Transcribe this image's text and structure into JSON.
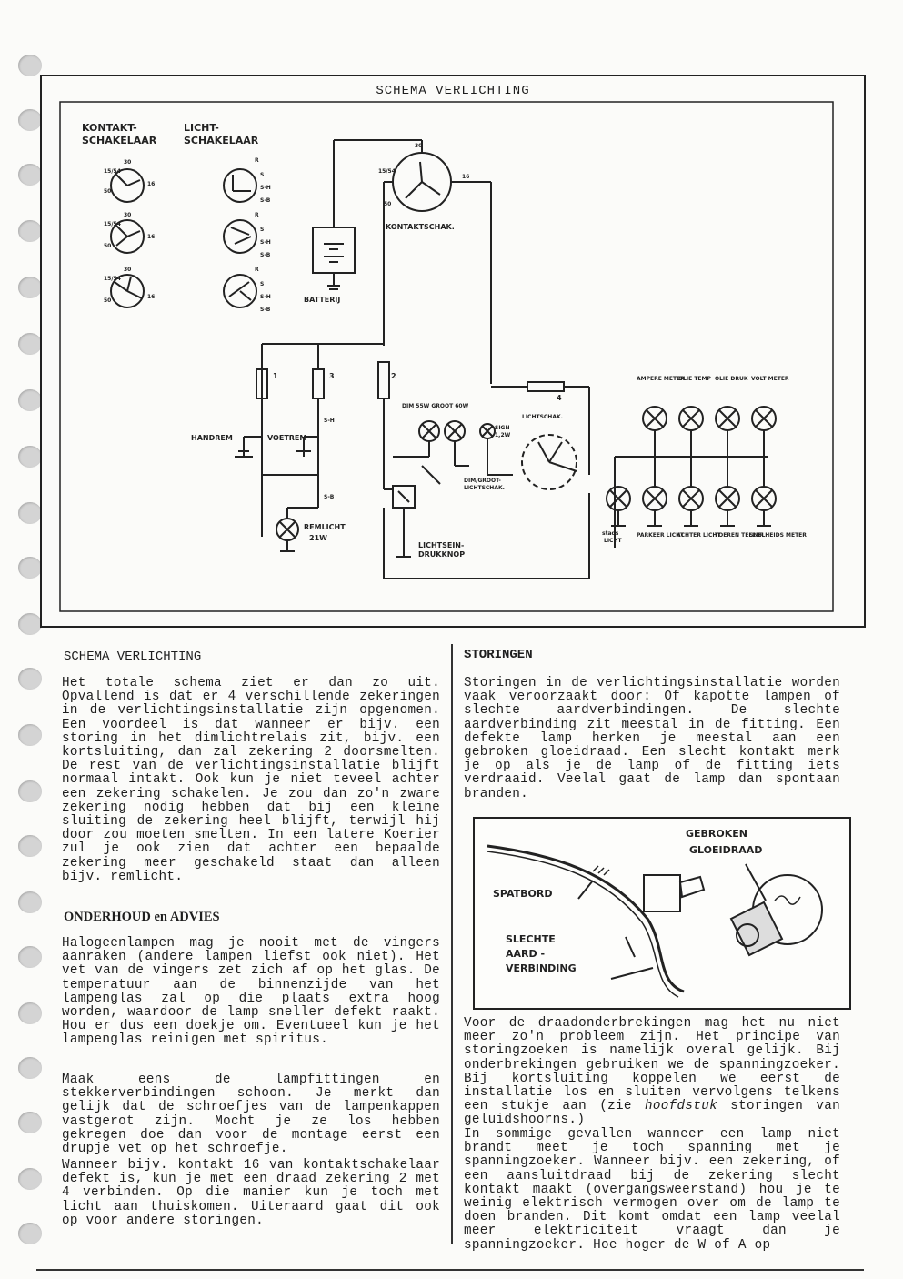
{
  "diagram": {
    "title": "SCHEMA VERLICHTING",
    "labels": {
      "kontakt_schakelaar": [
        "KONTAKT-",
        "SCHAKELAAR"
      ],
      "licht_schakelaar": [
        "LICHT-",
        "SCHAKELAAR"
      ],
      "terminals_switch": [
        "15/54",
        "30",
        "16",
        "50"
      ],
      "terminals_light": [
        "R",
        "S",
        "S-H",
        "S-B"
      ],
      "batterij": "BATTERIJ",
      "kontaktschak": "KONTAKTSCHAK.",
      "kontaktschak_terms": [
        "30",
        "15/54",
        "16",
        "50"
      ],
      "fuses": [
        "1",
        "3",
        "2",
        "4"
      ],
      "handrem": "HANDREM",
      "voetrem": "VOETREM",
      "remlicht": [
        "REMLICHT",
        "21W"
      ],
      "sb": "S-B",
      "sh": "S-H",
      "dim_groot": "DIM 55W GROOT 60W",
      "sign": [
        "SIGN",
        "1,2W"
      ],
      "lichtschak": "LICHTSCHAK.",
      "dim_groot_lichtschak": [
        "DIM/GROOT-",
        "LICHTSCHAK."
      ],
      "lichtsein": [
        "LICHTSEIN-",
        "DRUKKNOP"
      ],
      "panel_top": [
        "AMPERE METER",
        "OLIE TEMP",
        "OLIE DRUK",
        "VOLT METER"
      ],
      "panel_bottom": [
        "PARKEER LICHT",
        "ACHTER LICHT",
        "TOEREN TELLER",
        "SNELHEIDS METER"
      ],
      "stads_licht": [
        "stads",
        "LICHT"
      ]
    }
  },
  "left": {
    "heading1": "SCHEMA VERLICHTING",
    "p1": "Het totale schema ziet er dan zo uit. Opvallend is dat er 4 verschillende zekeringen in de verlichtingsinstallatie zijn opgenomen. Een voordeel is dat wanneer er bijv. een storing in het dimlichtrelais zit, bijv. een kortsluiting, dan zal zekering 2 doorsmelten. De rest van de verlichtingsinstallatie blijft normaal intakt. Ook kun je niet teveel achter een zekering schakelen. Je zou dan zo'n zware zekering nodig hebben dat bij een kleine sluiting de zekering heel blijft, terwijl hij door zou moeten smelten. In een latere Koerier zul je ook zien dat achter een bepaalde zekering meer geschakeld staat dan alleen bijv. remlicht.",
    "heading2": "ONDERHOUD en ADVIES",
    "p2": "Halogeenlampen mag je nooit met de vingers aanraken (andere lampen liefst ook niet). Het vet van de vingers zet zich af op het glas. De temperatuur aan de binnenzijde van het lampenglas zal op die plaats extra hoog worden, waardoor de lamp sneller defekt raakt. Hou er dus een doekje om. Eventueel kun je het lampenglas reinigen met spiritus.",
    "p3": "Maak eens de lampfittingen en stekkerverbindingen schoon. Je merkt dan gelijk dat de schroefjes van de lampenkappen vastgerot zijn. Mocht je ze los hebben gekregen doe dan voor de montage eerst een drupje vet op het schroefje.",
    "p4": "Wanneer bijv. kontakt 16 van kontaktschakelaar defekt is, kun je met een draad zekering 2 met 4 verbinden. Op die manier kun je toch met licht aan thuiskomen. Uiteraard gaat dit ook op voor andere storingen."
  },
  "right": {
    "heading": "STORINGEN",
    "p1": "Storingen in de verlichtingsinstallatie worden vaak veroorzaakt door: Of kapotte lampen of slechte aardverbindingen. De slechte aardverbinding zit meestal in de fitting. Een defekte lamp herken je meestal aan een gebroken gloeidraad. Een slecht kontakt merk je op als je de lamp of de fitting iets verdraaid. Veelal gaat de lamp dan spontaan branden.",
    "illustration": {
      "gebroken": "GEBROKEN",
      "gloeidraad": "GLOEIDRAAD",
      "spatbord": "SPATBORD",
      "slechte": "SLECHTE",
      "aard": "AARD -",
      "verbinding": "VERBINDING"
    },
    "p2_parts": [
      "Voor de draadonderbrekingen mag het nu niet meer zo'n probleem zijn. Het principe van storingzoeken is namelijk overal gelijk. Bij onderbrekingen gebruiken we de spanningzoeker. Bij kortsluiting koppelen we eerst de installatie los en sluiten vervolgens telkens een stukje aan (zie ",
      "hoofdstuk",
      " storingen van geluidshoorns.)"
    ],
    "p3": "In sommige gevallen wanneer een lamp niet brandt meet je toch spanning met je spanningzoeker. Wanneer bijv. een zekering, of een aansluitdraad bij de zekering slecht kontakt maakt (overgangsweerstand) hou je te weinig elektrisch vermogen over om de lamp te doen branden. Dit komt omdat een lamp veelal meer elektriciteit vraagt dan je spanningzoeker. Hoe hoger de W of A op"
  }
}
